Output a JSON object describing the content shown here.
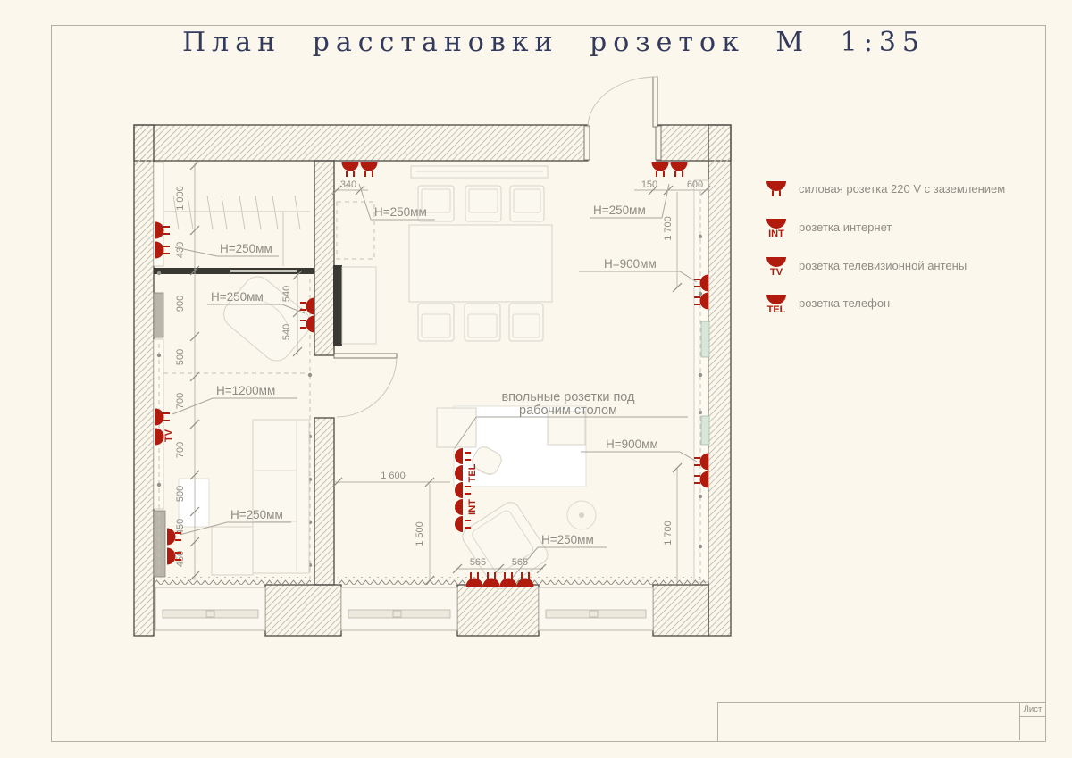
{
  "title": "План расстановки розеток М 1:35",
  "legend": {
    "items": [
      {
        "tag": "",
        "label": "силовая розетка 220 V с заземлением"
      },
      {
        "tag": "INT",
        "label": "розетка интернет"
      },
      {
        "tag": "TV",
        "label": "розетка телевизионной антены"
      },
      {
        "tag": "TEL",
        "label": "розетка телефон"
      }
    ]
  },
  "heights": {
    "h250": "H=250мм",
    "h900": "H=900мм",
    "h1200": "H=1200мм"
  },
  "note": {
    "line1": "впольные розетки под",
    "line2": "рабочим столом"
  },
  "dims": {
    "d1000": "1 000",
    "d430": "430",
    "d900": "900",
    "d500": "500",
    "d700": "700",
    "d450": "450",
    "d540": "540",
    "d340": "340",
    "d150": "150",
    "d600": "600",
    "d1700": "1 700",
    "d1600": "1 600",
    "d1500": "1 500",
    "d565": "565"
  },
  "titleblock": {
    "sheet": "Лист"
  },
  "colors": {
    "socket_red": "#b01b0d",
    "title_navy": "#333a5c",
    "dim_gray": "#8f8c84",
    "paper": "#fbf7ec"
  }
}
